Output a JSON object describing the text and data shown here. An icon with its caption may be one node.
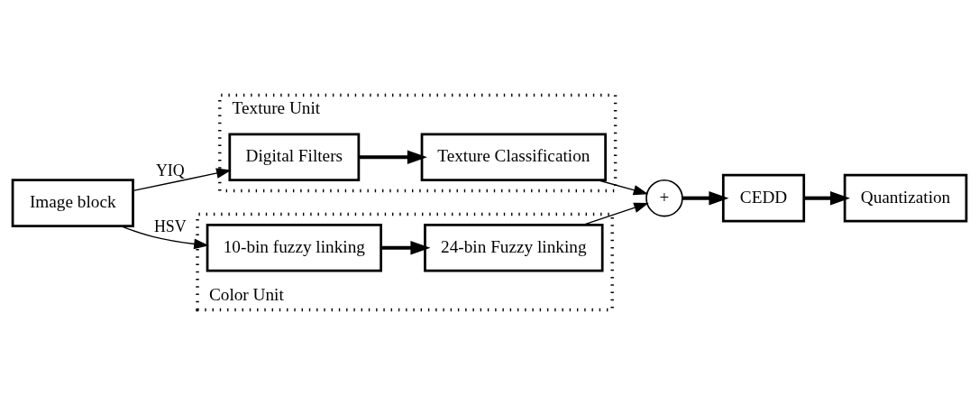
{
  "diagram": {
    "nodes": [
      {
        "text": [
          "Image block"
        ]
      },
      {
        "text": [
          "Texture Unit"
        ]
      },
      {
        "text": [
          "Digital Filters"
        ],
        "in": 1
      },
      {
        "text": [
          "Texture Classification"
        ],
        "in": 1
      },
      {
        "text": [
          "Color Unit"
        ]
      },
      {
        "text": [
          "10-bin fuzzy linking"
        ],
        "in": 4
      },
      {
        "text": [
          "24-bin Fuzzy linking"
        ],
        "in": 4
      },
      {
        "text": [
          "+"
        ]
      },
      {
        "text": [
          "CEDD"
        ]
      },
      {
        "text": [
          "Quantization"
        ]
      }
    ],
    "edges": [
      {
        "from": 0,
        "to": 2,
        "arrow": "to",
        "label": "YIQ"
      },
      {
        "from": 0,
        "to": 5,
        "arrow": "to",
        "label": "HSV"
      },
      {
        "from": 2,
        "to": 3,
        "arrow": "to",
        "style": "thick"
      },
      {
        "from": 5,
        "to": 6,
        "arrow": "to",
        "style": "thick"
      },
      {
        "from": 3,
        "to": 7,
        "arrow": "to"
      },
      {
        "from": 6,
        "to": 7,
        "arrow": "to"
      },
      {
        "from": 7,
        "to": 8,
        "arrow": "to",
        "style": "thick"
      },
      {
        "from": 8,
        "to": 9,
        "arrow": "to",
        "style": "thick"
      }
    ]
  }
}
